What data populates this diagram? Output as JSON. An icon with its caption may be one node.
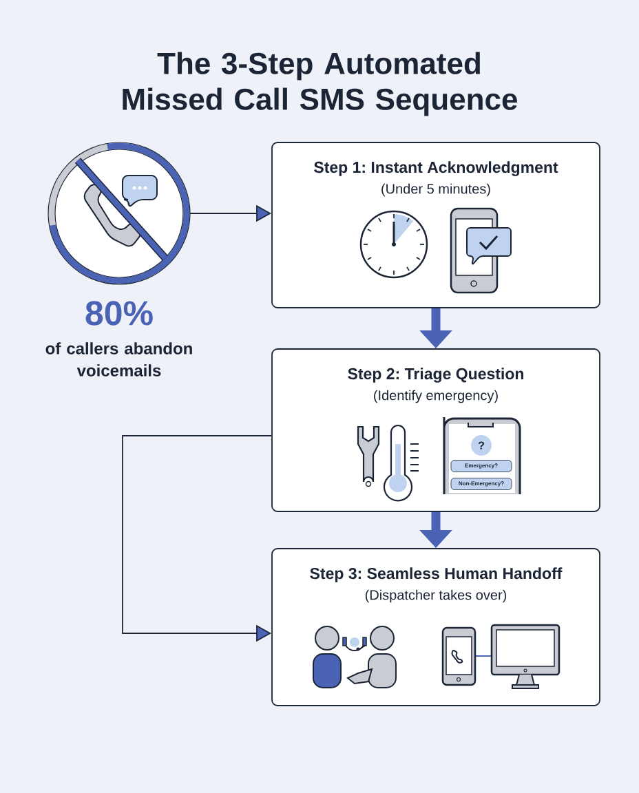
{
  "diagram": {
    "title": "The 3-Step Automated Missed Call SMS Sequence",
    "nodes": [
      {
        "text": [],
        "shape": "circle",
        "beside": [
          "80%",
          "of callers abandon voicemails"
        ]
      },
      {
        "text": [
          "Step 1: Instant Acknowledgment",
          "(Under 5 minutes)"
        ]
      },
      {
        "text": [
          "Step 2: Triage Question",
          "(Identify emergency)"
        ]
      },
      {
        "text": [
          "Step 3: Seamless Human Handoff",
          "(Dispatcher takes over)"
        ]
      }
    ],
    "edges": [
      {
        "from": 0,
        "to": 1,
        "arrow": "to"
      },
      {
        "from": 1,
        "to": 2,
        "arrow": "to",
        "style": "thick",
        "color": "#4a63b5"
      },
      {
        "from": 2,
        "to": 3,
        "arrow": "to",
        "style": "thick",
        "color": "#4a63b5"
      },
      {
        "from": 2,
        "to": 3,
        "arrow": "to"
      }
    ],
    "labels": [
      "?",
      "Emergency?",
      "Non-Emergency?"
    ]
  }
}
